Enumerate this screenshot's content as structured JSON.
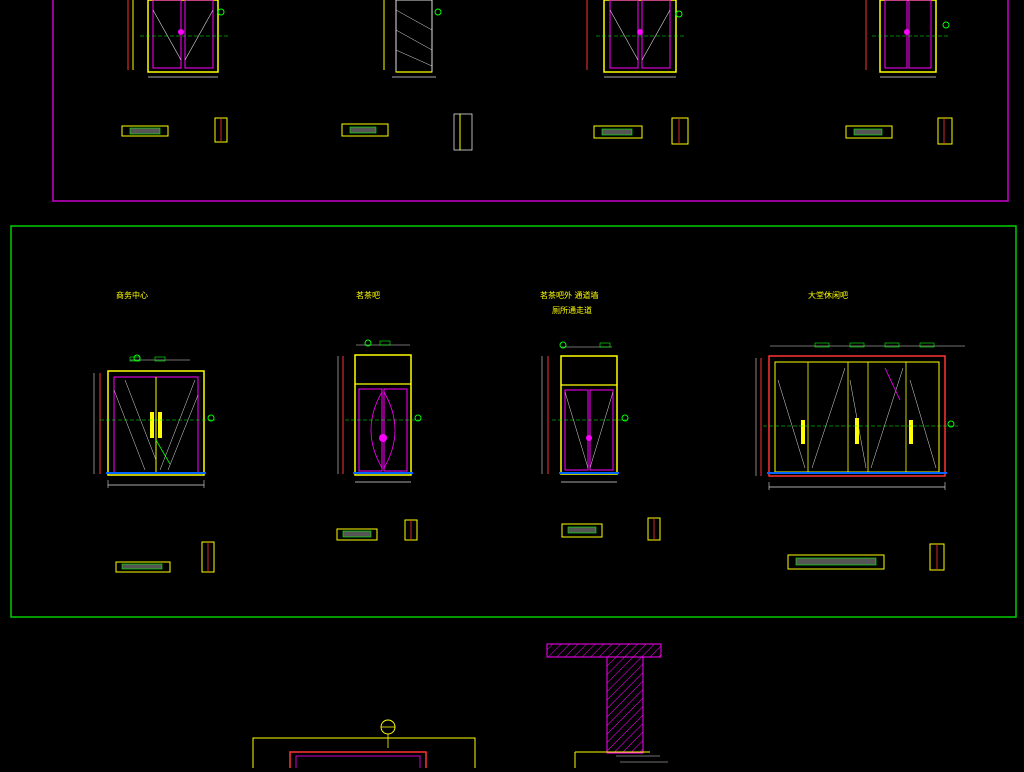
{
  "drawing": {
    "section_labels": {
      "business_center": "商务中心",
      "tea_bar": "茗茶吧",
      "tea_bar_exit_line1": "茗茶吧外 通道墙",
      "tea_bar_exit_line2": "厕所通走道",
      "lobby_bar": "大堂休闲吧"
    }
  },
  "colors": {
    "background": "#000000",
    "frame_magenta": "#cc00cc",
    "frame_green": "#00cc00",
    "door_yellow": "#ffff00",
    "door_red": "#ff3333",
    "cad_white": "#e0e0e0",
    "cad_cyan": "#00ffff"
  }
}
